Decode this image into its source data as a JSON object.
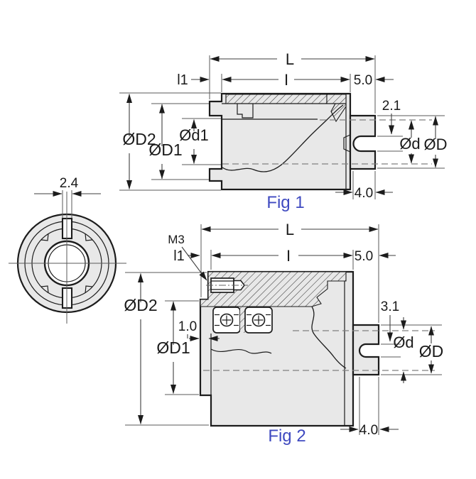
{
  "colors": {
    "body_fill": "#e8e8e8",
    "outline": "#1c1c1c",
    "dim_lines": "#3e3e3e",
    "dashed": "#808080",
    "caption_blue": "#3f4ac0",
    "background": "#ffffff"
  },
  "front_view": {
    "dim_slot_width": "2.4"
  },
  "fig1": {
    "caption": "Fig 1",
    "dim_overall_length": "L",
    "dim_body_length": "I",
    "dim_l1": "l1",
    "dim_stub_length": "5.0",
    "dim_groove_offset": "2.1",
    "dim_shaft_dia": "Ød",
    "dim_stub_dia": "ØD",
    "dim_groove_position": "4.0",
    "dim_outer_dia": "ØD2",
    "dim_mid_dia": "ØD1",
    "dim_bore_dia": "Ød1"
  },
  "fig2": {
    "caption": "Fig 2",
    "dim_overall_length": "L",
    "dim_body_length": "I",
    "dim_l1": "l1",
    "dim_stub_length": "5.0",
    "dim_groove_offset": "3.1",
    "dim_shaft_dia": "Ød",
    "dim_stub_dia": "ØD",
    "dim_groove_position": "4.0",
    "dim_outer_dia": "ØD2",
    "dim_mid_dia": "ØD1",
    "dim_step": "1.0",
    "dim_thread": "M3"
  }
}
